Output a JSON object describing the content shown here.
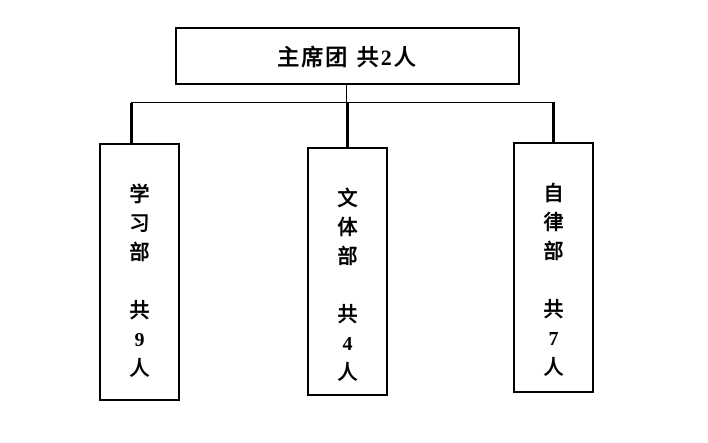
{
  "org_chart": {
    "root": {
      "name": "主席团",
      "count_label": "共2人",
      "label": "主席团 共2人"
    },
    "departments": [
      {
        "name": "学习部",
        "count_label": "共9人",
        "label": "学\n习\n部\n\n共\n9\n人"
      },
      {
        "name": "文体部",
        "count_label": "共4人",
        "label": "文\n体\n部\n\n共\n4\n人"
      },
      {
        "name": "自律部",
        "count_label": "共7人",
        "label": "自\n律\n部\n\n共\n7\n人"
      }
    ]
  }
}
